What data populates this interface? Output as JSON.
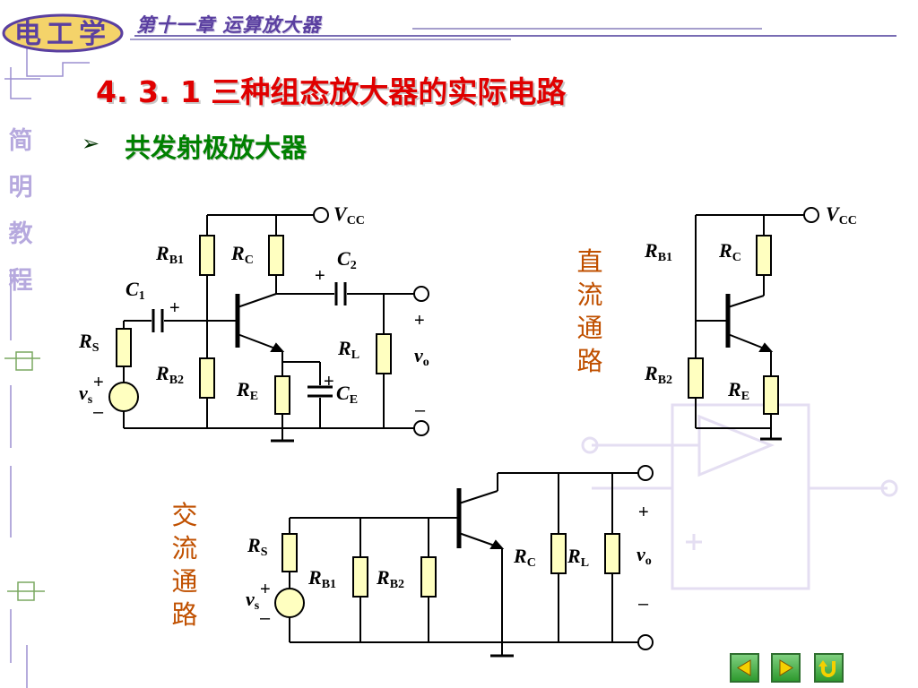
{
  "header": {
    "logo_text": "电工学",
    "chapter_title": "第十一章  运算放大器"
  },
  "sidebar": {
    "title_chars": [
      "简",
      "明",
      "教",
      "程"
    ]
  },
  "section": {
    "title": "4. 3. 1  三种组态放大器的实际电路",
    "bullet": "➢",
    "bullet_text": "共发射极放大器"
  },
  "labels": {
    "dc_path_chars": [
      "直",
      "流",
      "通",
      "路"
    ],
    "ac_path_chars": [
      "交",
      "流",
      "通",
      "路"
    ]
  },
  "circuit": {
    "vcc": "V",
    "vcc_sub": "CC",
    "rb1": "R",
    "rb1_sub": "B1",
    "rb2": "R",
    "rb2_sub": "B2",
    "rc": "R",
    "rc_sub": "C",
    "re": "R",
    "re_sub": "E",
    "rl": "R",
    "rl_sub": "L",
    "rs": "R",
    "rs_sub": "S",
    "c1": "C",
    "c1_sub": "1",
    "c2": "C",
    "c2_sub": "2",
    "ce": "C",
    "ce_sub": "E",
    "vo": "v",
    "vo_sub": "o",
    "vs": "v",
    "vs_sub": "s",
    "plus": "+",
    "minus": "–"
  },
  "nav": {
    "prev_icon": "left-triangle-icon",
    "next_icon": "right-triangle-icon",
    "return_icon": "return-arrow-icon"
  },
  "colors": {
    "title_red": "#e00000",
    "bullet_green": "#008000",
    "path_orange": "#c05000",
    "chapter_purple": "#5a3fa0",
    "resistor_fill": "#ffffc0",
    "source_fill": "#ffffc0"
  }
}
